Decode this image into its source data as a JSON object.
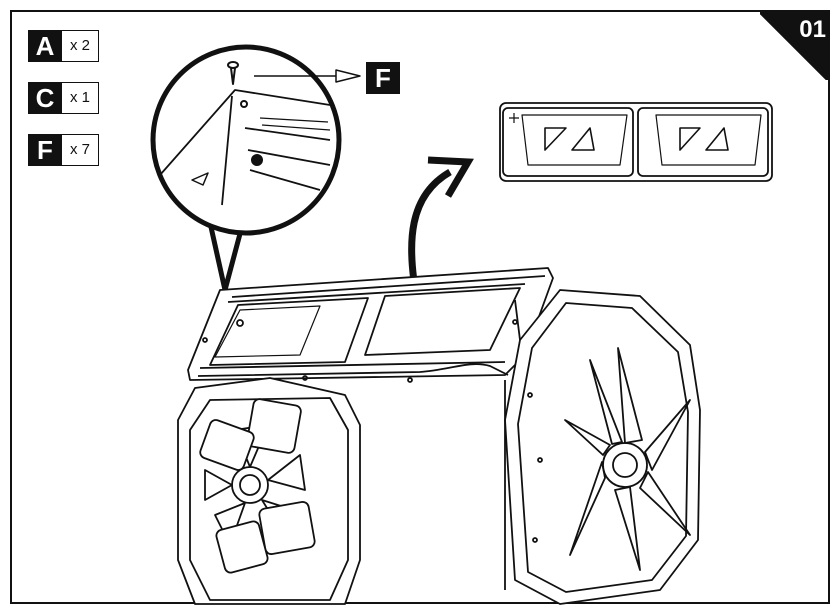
{
  "step": {
    "number": "01"
  },
  "parts": [
    {
      "letter": "A",
      "qty": "x 2"
    },
    {
      "letter": "C",
      "qty": "x 1"
    },
    {
      "letter": "F",
      "qty": "x 7"
    }
  ],
  "callout": {
    "part_label": "F"
  },
  "icons": [
    "screw-icon",
    "curved-arrow-icon",
    "pointer-arrow-icon"
  ]
}
